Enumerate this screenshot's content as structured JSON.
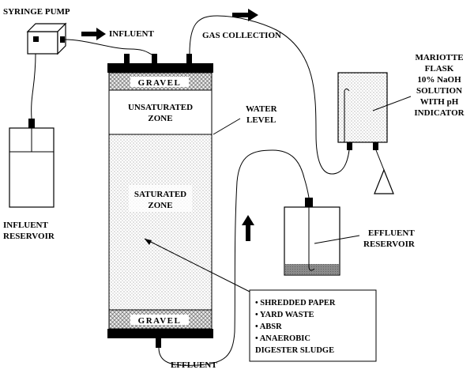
{
  "labels": {
    "syringe_pump": "SYRINGE PUMP",
    "influent": "INFLUENT",
    "gas_collection": "GAS COLLECTION",
    "gravel_top": "GRAVEL",
    "gravel_bottom": "GRAVEL",
    "unsaturated_zone_l1": "UNSATURATED",
    "unsaturated_zone_l2": "ZONE",
    "water_level_l1": "WATER",
    "water_level_l2": "LEVEL",
    "saturated_zone_l1": "SATURATED",
    "saturated_zone_l2": "ZONE",
    "influent_reservoir_l1": "INFLUENT",
    "influent_reservoir_l2": "RESERVOIR",
    "mariotte_l1": "MARIOTTE",
    "mariotte_l2": "FLASK",
    "mariotte_l3": "10% NaOH",
    "mariotte_l4": "SOLUTION",
    "mariotte_l5": "WITH pH",
    "mariotte_l6": "INDICATOR",
    "effluent_reservoir_l1": "EFFLUENT",
    "effluent_reservoir_l2": "RESERVOIR",
    "effluent": "EFFLUENT"
  },
  "contents": [
    "• SHREDDED PAPER",
    "• YARD WASTE",
    "• ABSR",
    "• ANAEROBIC",
    "DIGESTER SLUDGE"
  ]
}
